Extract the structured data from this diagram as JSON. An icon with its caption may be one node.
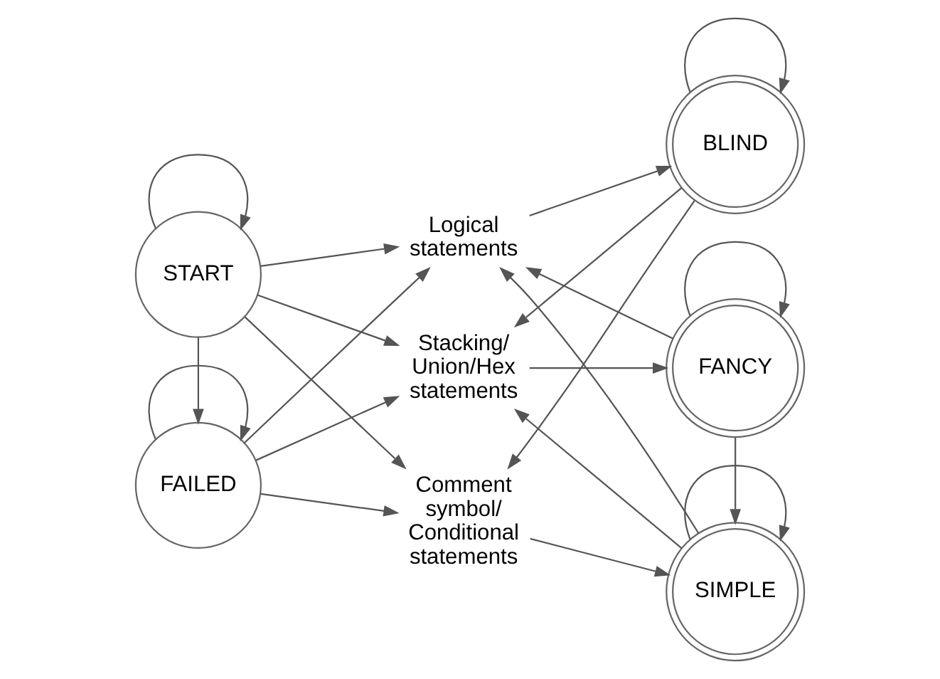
{
  "diagram": {
    "nodes": [
      {
        "text": [
          "START"
        ]
      },
      {
        "text": [
          "FAILED"
        ]
      },
      {
        "text": [
          "Logical statements"
        ]
      },
      {
        "text": [
          "Comment symbol/ Conditional statements"
        ]
      },
      {
        "text": [
          "Stacking/ Union/Hex statements"
        ]
      },
      {
        "text": [
          "BLIND"
        ]
      },
      {
        "text": [
          "SIMPLE"
        ]
      },
      {
        "text": [
          "FANCY"
        ]
      }
    ],
    "edges": [
      {
        "from": 0,
        "to": 0,
        "arrow": "to"
      },
      {
        "from": 0,
        "to": 2,
        "arrow": "to"
      },
      {
        "from": 0,
        "to": 3,
        "arrow": "to"
      },
      {
        "from": 0,
        "to": 4,
        "arrow": "to"
      },
      {
        "from": 0,
        "to": 1,
        "arrow": "to"
      },
      {
        "from": 1,
        "to": 2,
        "arrow": "to"
      },
      {
        "from": 1,
        "to": 3,
        "arrow": "to"
      },
      {
        "from": 1,
        "to": 4,
        "arrow": "to"
      },
      {
        "from": 1,
        "to": 1,
        "arrow": "to"
      },
      {
        "from": 2,
        "to": 5,
        "arrow": "to"
      },
      {
        "from": 5,
        "to": 5,
        "arrow": "to"
      },
      {
        "from": 5,
        "to": 3,
        "arrow": "to"
      },
      {
        "from": 5,
        "to": 4,
        "arrow": "to"
      },
      {
        "from": 3,
        "to": 6,
        "arrow": "to"
      },
      {
        "from": 6,
        "to": 2,
        "arrow": "to"
      },
      {
        "from": 6,
        "to": 6,
        "arrow": "to"
      },
      {
        "from": 6,
        "to": 4,
        "arrow": "to"
      },
      {
        "from": 4,
        "to": 7,
        "arrow": "to"
      },
      {
        "from": 7,
        "to": 6,
        "arrow": "to"
      },
      {
        "from": 7,
        "to": 7,
        "arrow": "to"
      },
      {
        "from": 7,
        "to": 2,
        "arrow": "to"
      }
    ]
  }
}
